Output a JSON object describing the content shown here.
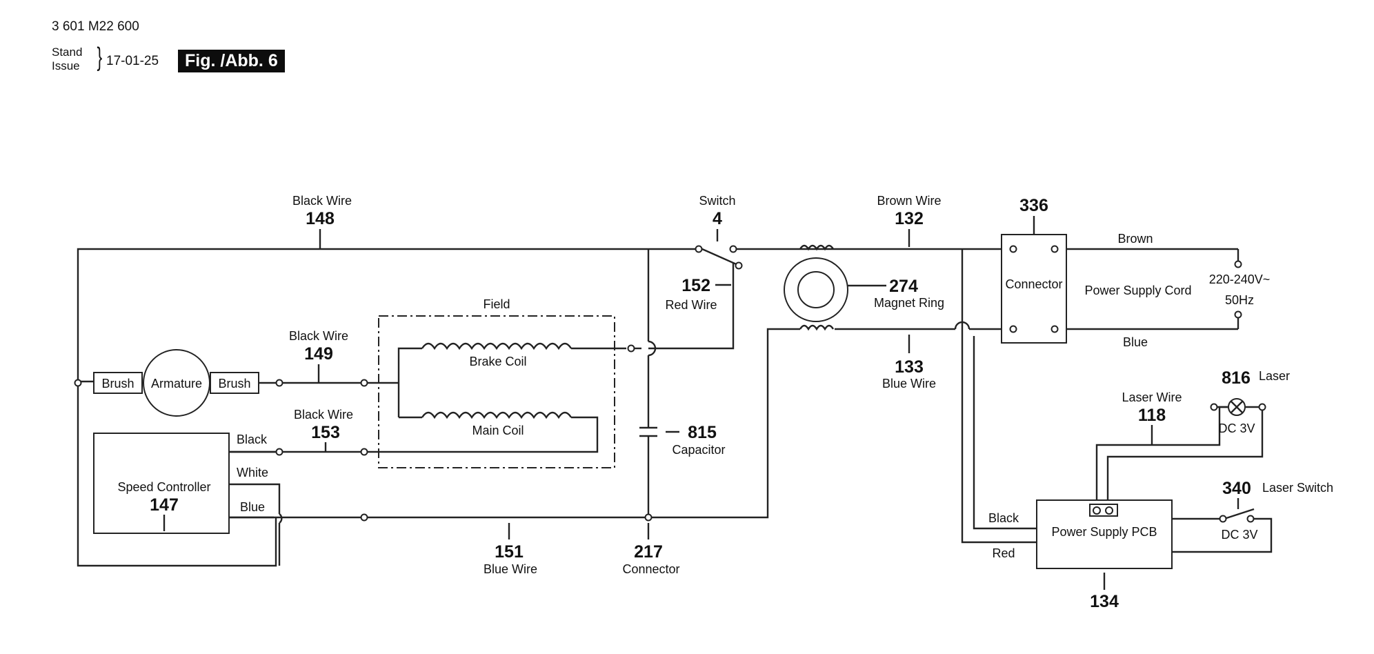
{
  "header": {
    "part_number": "3 601 M22 600",
    "stand": "Stand",
    "issue": "Issue",
    "brace": "}",
    "date": "17-01-25",
    "figure": "Fig. /Abb. 6"
  },
  "diagram": {
    "black_wire_148": {
      "name": "Black Wire",
      "num": "148"
    },
    "switch_4": {
      "name": "Switch",
      "num": "4"
    },
    "brown_wire_132": {
      "name": "Brown Wire",
      "num": "132"
    },
    "connector_336": {
      "num": "336",
      "label": "Connector"
    },
    "brown": "Brown",
    "power_supply_cord": "Power Supply Cord",
    "voltage": "220-240V~",
    "frequency": "50Hz",
    "blue": "Blue",
    "red_wire_152": {
      "num": "152",
      "name": "Red Wire"
    },
    "magnet_ring_274": {
      "num": "274",
      "name": "Magnet Ring"
    },
    "field": "Field",
    "black_wire_149": {
      "name": "Black Wire",
      "num": "149"
    },
    "brake_coil": "Brake Coil",
    "main_coil": "Main Coil",
    "brush_left": "Brush",
    "armature": "Armature",
    "brush_right": "Brush",
    "black_wire_153": {
      "name": "Black Wire",
      "num": "153"
    },
    "blue_wire_133": {
      "num": "133",
      "name": "Blue Wire"
    },
    "laser_816": {
      "num": "816",
      "name": "Laser",
      "voltage": "DC 3V"
    },
    "laser_wire_118": {
      "name": "Laser Wire",
      "num": "118"
    },
    "capacitor_815": {
      "num": "815",
      "name": "Capacitor"
    },
    "speed_controller_147": {
      "name": "Speed Controller",
      "num": "147"
    },
    "sc_black": "Black",
    "sc_white": "White",
    "sc_blue": "Blue",
    "laser_switch_340": {
      "num": "340",
      "name": "Laser Switch",
      "voltage": "DC 3V"
    },
    "pcb_black": "Black",
    "pcb_red": "Red",
    "power_supply_pcb": {
      "name": "Power Supply PCB",
      "num": "134"
    },
    "blue_wire_151": {
      "num": "151",
      "name": "Blue Wire"
    },
    "connector_217": {
      "num": "217",
      "name": "Connector"
    }
  }
}
